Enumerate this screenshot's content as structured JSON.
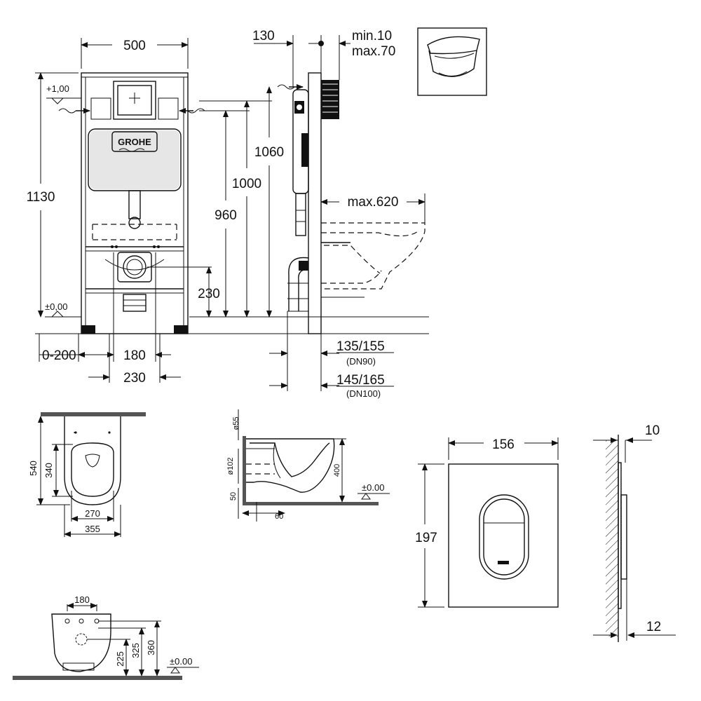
{
  "frame_front": {
    "width": "500",
    "height_total": "1130",
    "dim_1060": "1060",
    "dim_1000": "1000",
    "dim_960": "960",
    "dim_230": "230",
    "level_top": "+1,00",
    "level_zero": "±0,00",
    "range_0_200": "0-200",
    "dim_180": "180",
    "dim_230b": "230",
    "logo": "GROHE"
  },
  "frame_side": {
    "dim_130": "130",
    "min": "min.10",
    "max": "max.70",
    "max_620": "max.620",
    "dn90_dim": "135/155",
    "dn90": "(DN90)",
    "dn100_dim": "145/165",
    "dn100": "(DN100)"
  },
  "bowl_top": {
    "length": "540",
    "seat": "340",
    "width_inner": "270",
    "width_outer": "355"
  },
  "bowl_side": {
    "d55": "ø55",
    "d102": "ø102",
    "h50": "50",
    "h400": "400",
    "w60": "60",
    "zero": "±0.00"
  },
  "bowl_bottom": {
    "w180": "180",
    "h225": "225",
    "h325": "325",
    "h360": "360",
    "zero": "±0.00"
  },
  "plate": {
    "width": "156",
    "height": "197",
    "depth_top": "10",
    "depth_bottom": "12"
  }
}
